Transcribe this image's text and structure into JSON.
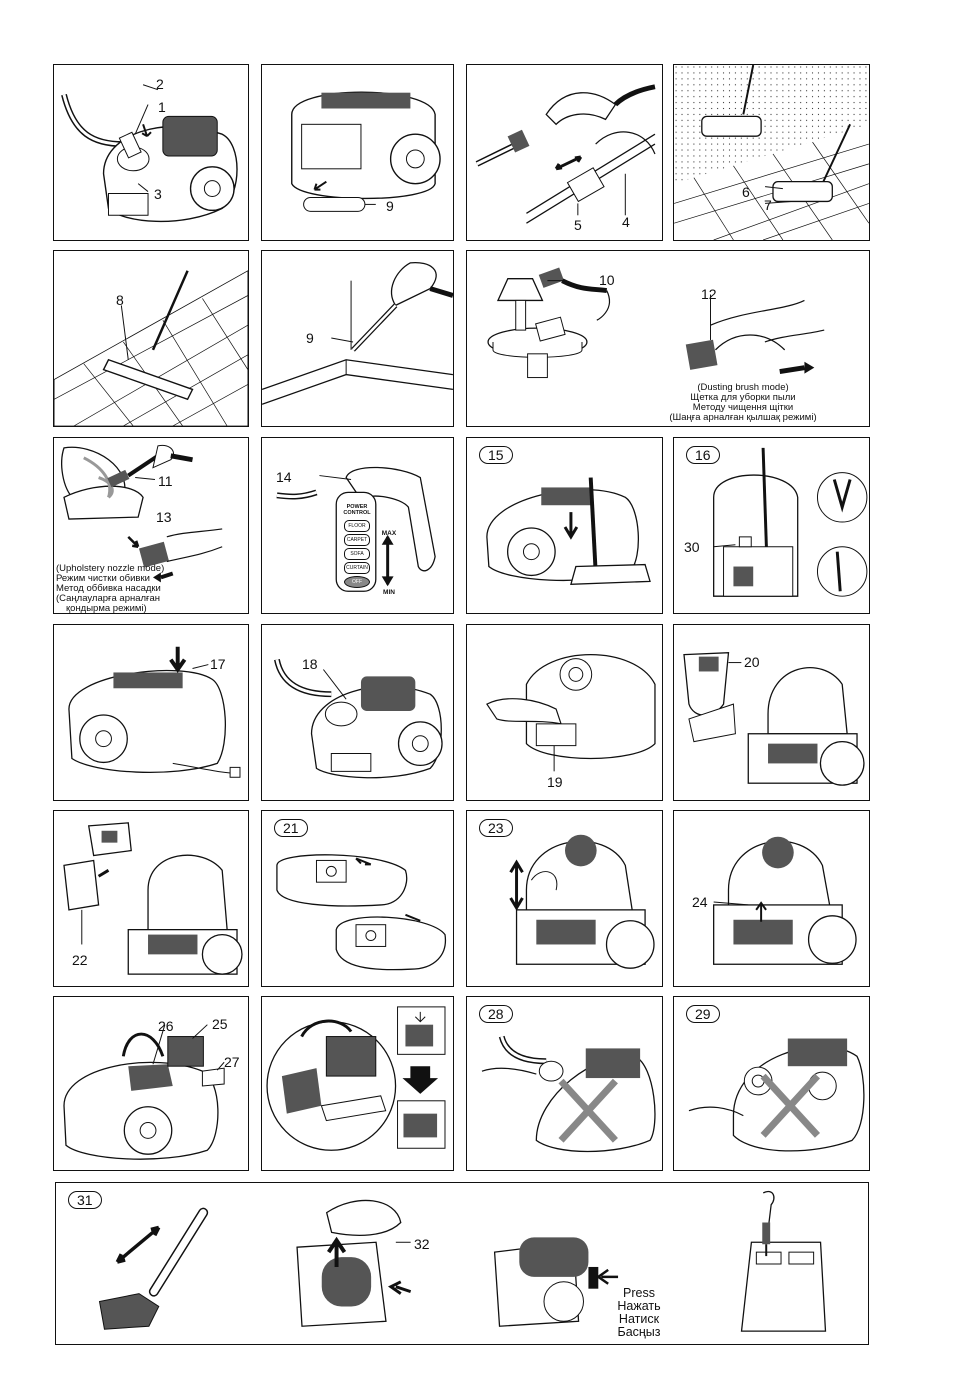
{
  "labels": {
    "n1": "1",
    "n2": "2",
    "n3": "3",
    "n4": "4",
    "n5": "5",
    "n6": "6",
    "n7": "7",
    "n8": "8",
    "n9a": "9",
    "n9b": "9",
    "n10": "10",
    "n11": "11",
    "n12": "12",
    "n13": "13",
    "n14": "14",
    "n17": "17",
    "n18": "18",
    "n19": "19",
    "n20": "20",
    "n22": "22",
    "n24": "24",
    "n25": "25",
    "n26": "26",
    "n27": "27",
    "n30": "30",
    "n32": "32"
  },
  "badges": {
    "b15": "15",
    "b16": "16",
    "b21": "21",
    "b23": "23",
    "b28": "28",
    "b29": "29",
    "b31": "31"
  },
  "captions": {
    "dusting": [
      "(Dusting brush mode)",
      "Щетка для уборки пыли",
      "Методу чищення щітки",
      "(Шаңға арналған қылшақ режимі)"
    ],
    "upholstery": [
      "(Upholstery nozzle mode)",
      "Режим чистки обивки",
      "Метод оббивка насадки",
      "(Саңлауларға арналған",
      "қондырма режимі)"
    ]
  },
  "control": {
    "title": [
      "POWER",
      "CONTROL"
    ],
    "buttons": [
      "FLOOR",
      "CARPET",
      "SOFA",
      "CURTAIN",
      "OFF"
    ],
    "max": "MAX",
    "min": "MIN"
  },
  "press": [
    "Press",
    "Нажать",
    "Натиск",
    "Басңыз"
  ]
}
